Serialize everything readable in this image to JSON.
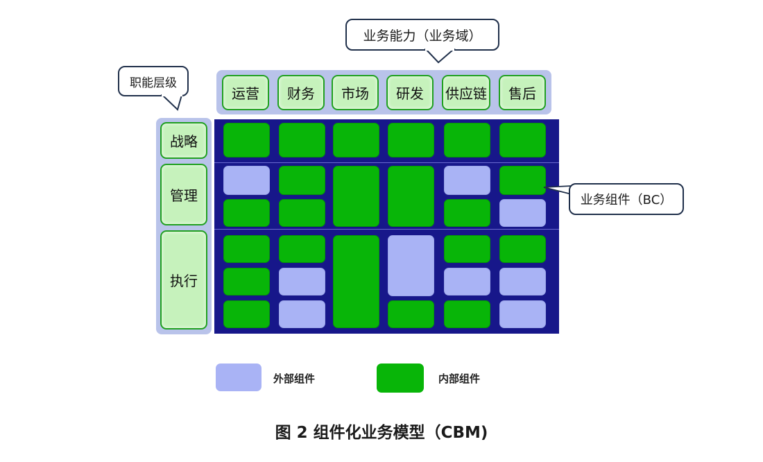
{
  "callouts": {
    "business_capability": "业务能力（业务域）",
    "function_level": "职能层级",
    "business_component": "业务组件（BC）"
  },
  "business_domains": [
    "运营",
    "财务",
    "市场",
    "研发",
    "供应链",
    "售后"
  ],
  "function_levels": [
    "战略",
    "管理",
    "执行"
  ],
  "legend": {
    "external": "外部组件",
    "internal": "内部组件"
  },
  "colors": {
    "internal_component": "#08b508",
    "external_component": "#a9b3f5",
    "grid_background": "#17178a",
    "header_fill": "#c6f2bc",
    "header_border": "#1fa01f",
    "strip": "#b9c3ea"
  },
  "caption": "图 2  组件化业务模型（CBM)"
}
